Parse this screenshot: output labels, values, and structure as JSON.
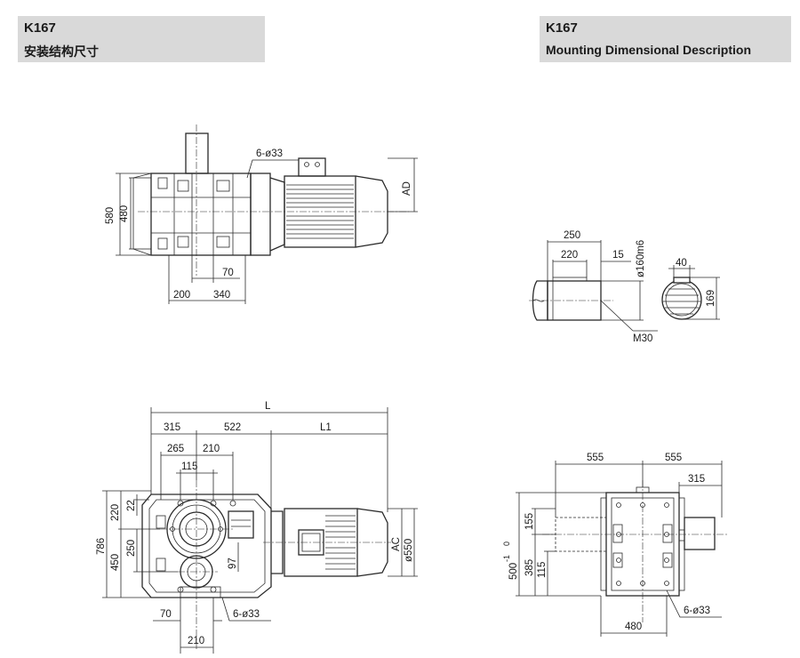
{
  "header_left": {
    "model": "K167",
    "subtitle": "安装结构尺寸"
  },
  "header_right": {
    "model": "K167",
    "subtitle": "Mounting Dimensional Description"
  },
  "top_view": {
    "hole_label": "6-ø33",
    "dims": {
      "d580": "580",
      "d480": "480",
      "d70": "70",
      "d200": "200",
      "d340": "340",
      "ad": "AD"
    }
  },
  "shaft_view": {
    "dims": {
      "d250": "250",
      "d220": "220",
      "d15": "15",
      "dia": "ø160m6",
      "thread": "M30",
      "key": "40",
      "d169": "169"
    }
  },
  "front_view": {
    "dims": {
      "L": "L",
      "d315": "315",
      "d522": "522",
      "L1": "L1",
      "d265": "265",
      "d210": "210",
      "d115": "115",
      "d220": "220",
      "d22": "22",
      "d786": "786",
      "d250": "250",
      "d450": "450",
      "d97": "97",
      "ac": "AC",
      "dia550": "ø550",
      "d70": "70",
      "hole_label": "6-ø33",
      "d210b": "210"
    }
  },
  "side_view": {
    "dims": {
      "d555a": "555",
      "d555b": "555",
      "d315": "315",
      "d155": "155",
      "d385": "385",
      "d115": "115",
      "d500": "500",
      "d500_tol": "-1",
      "d500_tol_up": "0",
      "d480": "480",
      "hole_label": "6-ø33"
    }
  }
}
